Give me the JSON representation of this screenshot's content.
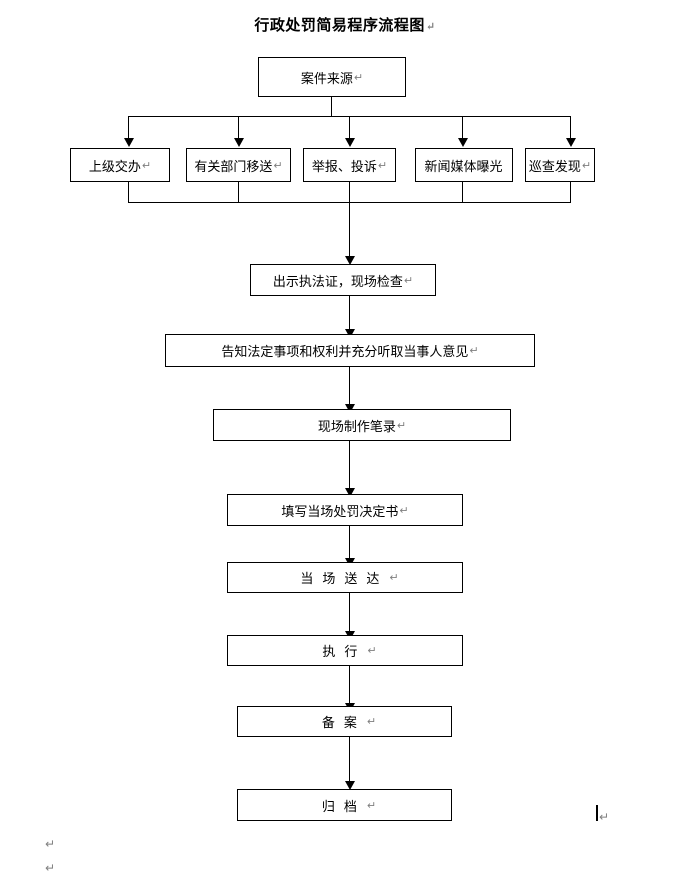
{
  "document": {
    "title": "行政处罚简易程序流程图",
    "title_mark": "↵"
  },
  "symbols": {
    "return_mark": "↵"
  },
  "flowchart": {
    "source_node": {
      "label": "案件来源",
      "mark": "↵"
    },
    "source_branches": [
      {
        "label": "上级交办",
        "mark": "↵"
      },
      {
        "label": "有关部门移送",
        "mark": "↵"
      },
      {
        "label": "举报、投诉",
        "mark": "↵"
      },
      {
        "label": "新闻媒体曝光",
        "mark": ""
      },
      {
        "label": "巡查发现",
        "mark": "↵"
      }
    ],
    "steps": [
      {
        "label": "出示执法证，现场检查",
        "mark": "↵"
      },
      {
        "label": "告知法定事项和权利并充分听取当事人意见",
        "mark": "↵"
      },
      {
        "label": "现场制作笔录",
        "mark": "↵"
      },
      {
        "label": "填写当场处罚决定书",
        "mark": "↵"
      },
      {
        "label": "当场送达",
        "mark": "↵"
      },
      {
        "label": "执行",
        "mark": "↵"
      },
      {
        "label": "备案",
        "mark": "↵"
      },
      {
        "label": "归档",
        "mark": "↵"
      }
    ]
  },
  "editor_marks": {
    "bottom_left_1": "↵",
    "bottom_left_2": "↵",
    "right_caret_mark": "↵"
  },
  "colors": {
    "line": "#000000",
    "text": "#000000",
    "mark": "#7f7f7f",
    "background": "#ffffff"
  }
}
